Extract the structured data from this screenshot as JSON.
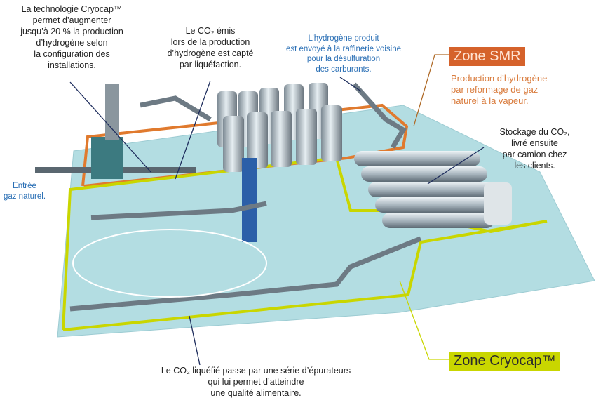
{
  "annotations": {
    "cryocap_tech": "La technologie Cryocap™\npermet d’augmenter\njusqu’à 20 % la production\nd’hydrogène selon\nla configuration des\ninstallations.",
    "co2_emitted": "Le CO₂ émis\nlors de la production\nd’hydrogène est capté\npar liquéfaction.",
    "hydrogen_sent": "L’hydrogène produit\nest envoyé à la raffinerie voisine\npour la désulfuration\ndes carburants.",
    "gas_input": "Entrée\ngaz naturel.",
    "co2_storage": "Stockage du CO₂,\nlivré ensuite\npar camion chez\nles clients.",
    "co2_purification": "Le CO₂ liquéfié passe par une série d’épurateurs\nqui lui permet d’atteindre\nune qualité alimentaire."
  },
  "zones": {
    "smr": {
      "title": "Zone SMR",
      "description": "Production d’hydrogène\npar reformage de gaz\nnaturel à la vapeur.",
      "color": "#d5622b"
    },
    "cryocap": {
      "title": "Zone Cryocap™",
      "color": "#c9d600"
    }
  }
}
